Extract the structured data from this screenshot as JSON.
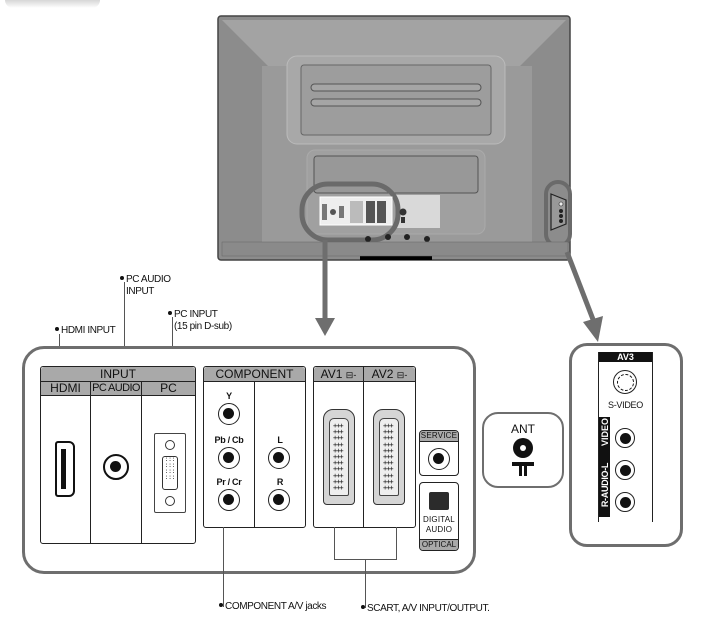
{
  "callouts": {
    "hdmi_input": "HDMI INPUT",
    "pc_audio_input_line1": "PC AUDIO",
    "pc_audio_input_line2": "INPUT",
    "pc_input_line1": "PC INPUT",
    "pc_input_line2": "(15 pin D-sub)",
    "component_av_jacks": "COMPONENT A/V jacks",
    "scart_av_io": "SCART, A/V INPUT/OUTPUT."
  },
  "main_panel": {
    "input_group": {
      "title": "INPUT",
      "columns": [
        "HDMI",
        "PC AUDIO",
        "PC"
      ]
    },
    "component_group": {
      "title": "COMPONENT",
      "video_jacks": [
        "Y",
        "Pb / Cb",
        "Pr / Cr"
      ],
      "audio_jacks": [
        "L",
        "R"
      ]
    },
    "scart_group": {
      "labels": [
        "AV1 ⊟→",
        "AV2 ⊟→"
      ],
      "av1": "AV1",
      "av2": "AV2",
      "io_symbol": "⊟-"
    },
    "service": {
      "label": "SERVICE"
    },
    "optical": {
      "line1": "DIGITAL",
      "line2": "AUDIO",
      "footer": "OPTICAL"
    }
  },
  "antenna": {
    "label": "ANT"
  },
  "side_panel": {
    "title": "AV3",
    "svideo_label": "S-VIDEO",
    "video_label": "VIDEO",
    "audio_label": "R-AUDIO-L"
  },
  "colors": {
    "panel_border": "#6e6e6e",
    "header_fill": "#a9a9a9",
    "tv_body": "#9a9a9a",
    "tv_dark": "#555555",
    "arrow": "#6e6e6e"
  }
}
